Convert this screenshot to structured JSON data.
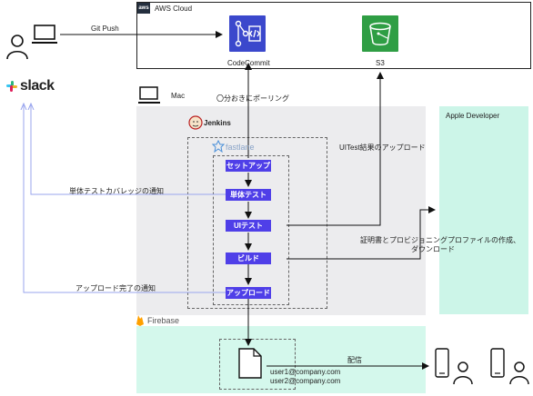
{
  "aws": {
    "tag": "aws",
    "title": "AWS Cloud",
    "codecommit": "CodeCommit",
    "s3": "S3"
  },
  "git_push": "Git Push",
  "slack": "slack",
  "mac": "Mac",
  "polling": "〇分おきにポーリング",
  "jenkins": "Jenkins",
  "fastlane": "fastlane",
  "uitest_upload": "UITest結果のアップロード",
  "apple": "Apple Developer",
  "steps": [
    "セットアップ",
    "単体テスト",
    "UIテスト",
    "ビルド",
    "アップロード"
  ],
  "coverage_notice": "単体テストカバレッジの通知",
  "cert_line1": "証明書とプロビジョニングプロファイルの作成、",
  "cert_line2": "ダウンロード",
  "upload_notice": "アップロード完了の通知",
  "firebase": "Firebase",
  "distribution": "配信",
  "users": [
    "user1@company.com",
    "user2@company.com"
  ]
}
